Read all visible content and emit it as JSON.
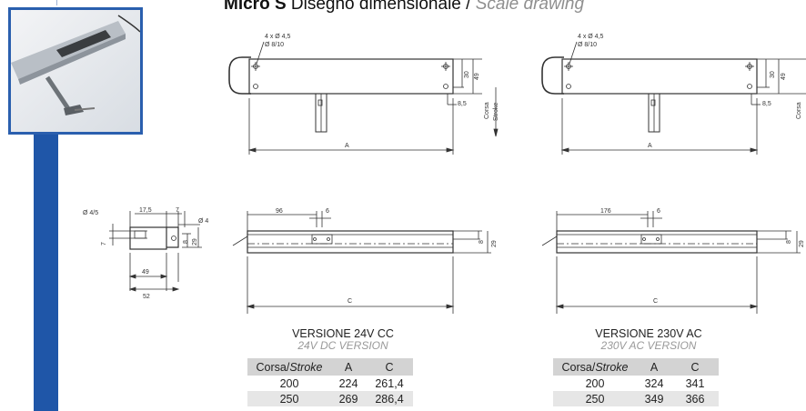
{
  "title": {
    "bold": "Micro S",
    "normal": "Disegno dimensionale /",
    "italic": "Scale drawing"
  },
  "top_drawing_labels": {
    "holes": "4 x Ø 4,5",
    "slots": "Ø 8/10",
    "dim_30": "30",
    "dim_49": "49",
    "dim_85": "8,5",
    "corsa": "Corsa",
    "stroke": "Stroke",
    "a": "A"
  },
  "bottom_drawing_labels": {
    "left_96": "96",
    "right_176": "176",
    "six": "6",
    "eight": "8",
    "twentynine": "29",
    "c": "C"
  },
  "bracket_labels": {
    "d45": "Ø 4/5",
    "d175": "17,5",
    "d7": "7",
    "d4": "Ø 4",
    "d7b": "7",
    "d8": "8",
    "d29": "29",
    "d49": "49",
    "d52": "52"
  },
  "versions": [
    {
      "heading": "VERSIONE 24V CC",
      "subheading": "24V DC VERSION",
      "header": {
        "corsa": "Corsa/",
        "stroke": "Stroke",
        "a": "A",
        "c": "C"
      },
      "rows": [
        [
          "200",
          "224",
          "261,4"
        ],
        [
          "250",
          "269",
          "286,4"
        ]
      ]
    },
    {
      "heading": "VERSIONE 230V AC",
      "subheading": "230V AC VERSION",
      "header": {
        "corsa": "Corsa/",
        "stroke": "Stroke",
        "a": "A",
        "c": "C"
      },
      "rows": [
        [
          "200",
          "324",
          "341"
        ],
        [
          "250",
          "349",
          "366"
        ]
      ]
    }
  ]
}
